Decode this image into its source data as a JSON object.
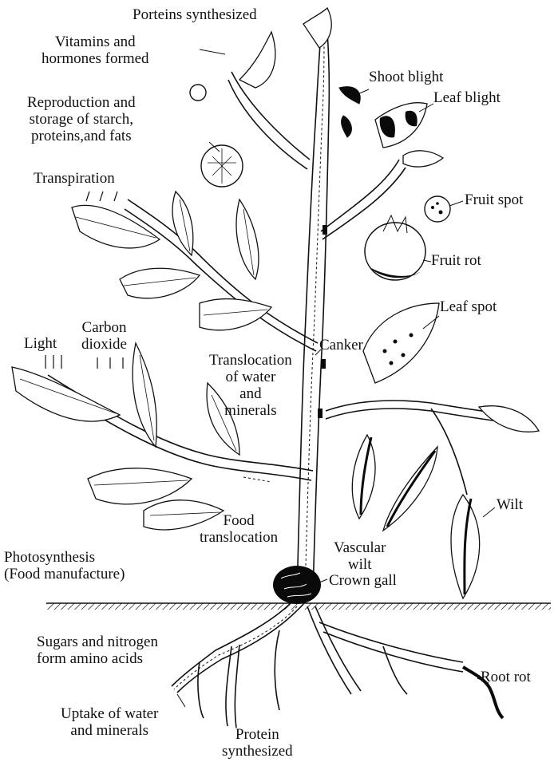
{
  "colors": {
    "ink": "#111111",
    "paper": "#ffffff",
    "lesion": "#0a0a0a"
  },
  "labels": {
    "proteins_top": "Porteins synthesized",
    "vitamins": "Vitamins and\nhormones formed",
    "reproduction": "Reproduction and\nstorage of starch,\nproteins,and fats",
    "transpiration": "Transpiration",
    "light": "Light",
    "carbon_dioxide": "Carbon\ndioxide",
    "translocation_water": "Translocation\nof water\nand\nminerals",
    "food_translocation": "Food\ntranslocation",
    "photosynthesis": "Photosynthesis\n(Food manufacture)",
    "sugars": "Sugars and nitrogen\nform amino acids",
    "uptake": "Uptake of water\nand minerals",
    "protein_bottom": "Protein\nsynthesized",
    "shoot_blight": "Shoot blight",
    "leaf_blight": "Leaf blight",
    "fruit_spot": "Fruit spot",
    "fruit_rot": "Fruit rot",
    "leaf_spot": "Leaf spot",
    "canker": "Canker",
    "wilt": "Wilt",
    "vascular_wilt": "Vascular\nwilt",
    "crown_gall": "Crown gall",
    "root_rot": "Root rot"
  }
}
